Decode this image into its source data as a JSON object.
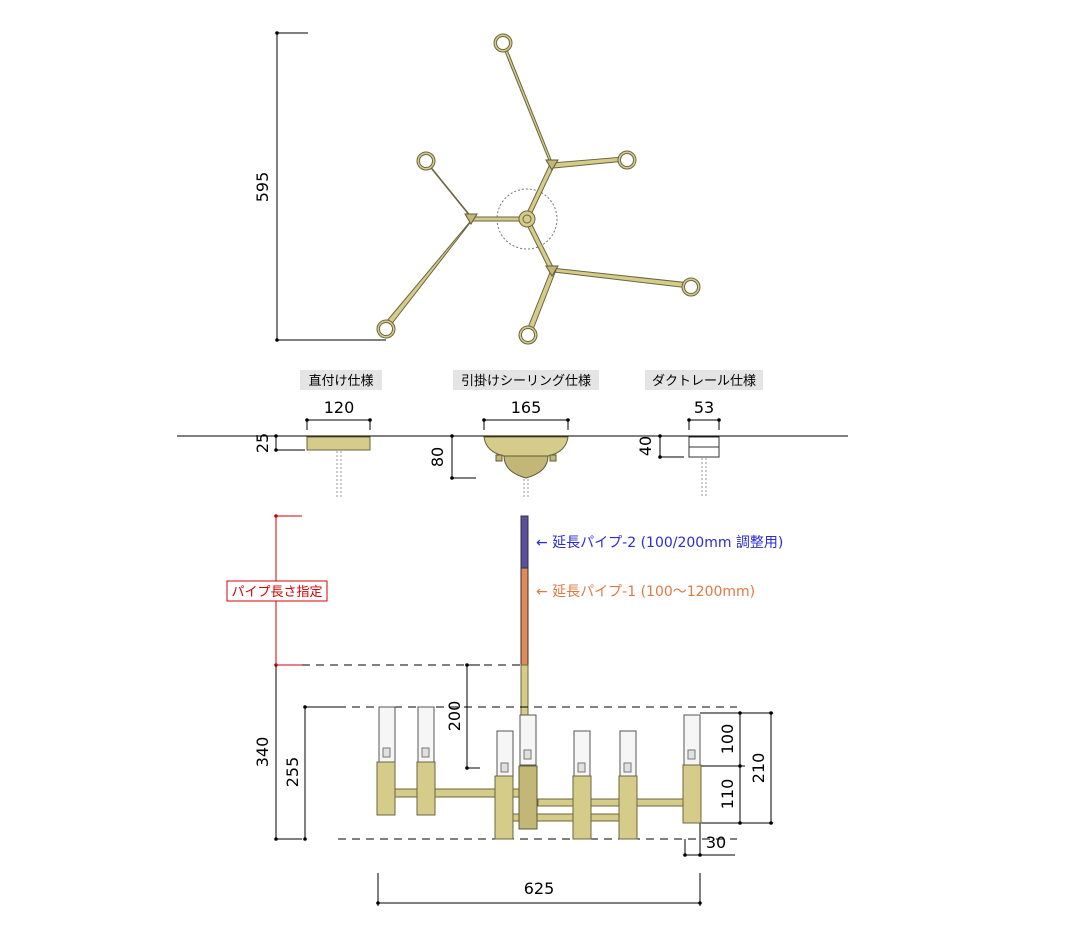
{
  "dimensions": {
    "top_height": "595",
    "direct_width": "120",
    "direct_height": "25",
    "ceiling_width": "165",
    "ceiling_height": "80",
    "duct_width": "53",
    "duct_height": "40",
    "drop": "200",
    "total_height": "340",
    "body_height": "255",
    "glass_height": "100",
    "lower_height": "110",
    "upper_total": "210",
    "bottom_offset": "30",
    "width": "625"
  },
  "specs": {
    "direct": "直付け仕様",
    "ceiling": "引掛けシーリング仕様",
    "duct": "ダクトレール仕様"
  },
  "annotations": {
    "pipe2": "← 延長パイプ-2 (100/200mm 調整用)",
    "pipe1": "← 延長パイプ-1 (100～1200mm)",
    "pipe_length": "パイプ長さ指定"
  },
  "colors": {
    "brass": "#d6cc8a",
    "pipe2": "#5b4fa0",
    "pipe1": "#e08a5a",
    "pipe_length": "#d40000",
    "annotation_blue": "#2b2bd8",
    "annotation_orange": "#e07a45"
  }
}
